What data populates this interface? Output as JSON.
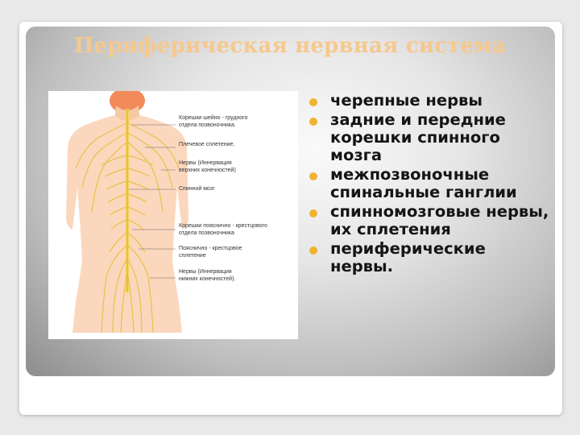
{
  "slide": {
    "title": "Периферическая нервная система",
    "accent_color": "#f1b232",
    "title_color": "#f6c88d"
  },
  "figure": {
    "labels": [
      "Корешки шейно - грудного\nотдела позвоночника.",
      "Плечевое сплетение.",
      "Нервы (Иннервация\nверхних конечностей)",
      "Спинной мозг",
      "Корешки пояснично - крестцового\nотдела позвоночника",
      "Пояснично - крестцовое\nсплетение",
      "Нервы (Иннервация\nнижних конечностей)."
    ]
  },
  "bullets": [
    "черепные нервы",
    " задние и передние корешки спинного мозга",
    "межпозвоночные спинальные ганглии",
    "спинномозговые нервы,  их сплетения",
    "периферические нервы."
  ]
}
